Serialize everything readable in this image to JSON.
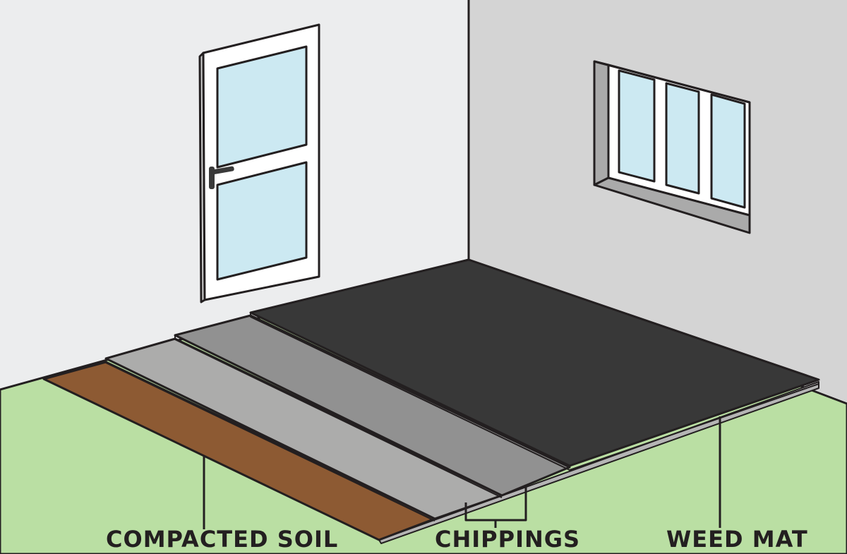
{
  "labels": {
    "soil": "COMPACTED SOIL",
    "chippings": "CHIPPINGS",
    "weed_mat": "WEED MAT"
  },
  "colors": {
    "left_wall": "#ecedee",
    "right_wall": "#d4d4d4",
    "ground": "#badfa3",
    "soil": "#8d5a33",
    "chippings_light": "#acacab",
    "chippings_dark": "#919191",
    "weed_mat": "#383838",
    "glass": "#cce9f2",
    "outline": "#231f20"
  }
}
